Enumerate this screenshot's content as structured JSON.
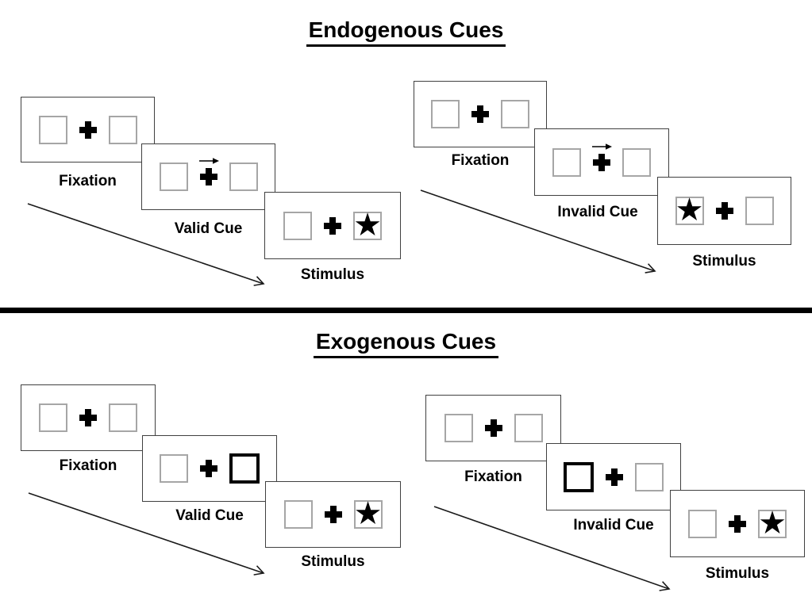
{
  "figure": {
    "background": "#ffffff",
    "divider_color": "#000000"
  },
  "colors": {
    "ink": "#000000",
    "card_border": "#404040",
    "box_border": "#a6a6a6",
    "cue_box_border": "#000000"
  },
  "glyphs": {
    "star": "★",
    "fixation_cross": "✚",
    "cue_arrow": "→"
  },
  "sections": [
    {
      "title": "Endogenous Cues",
      "trials": [
        {
          "name": "valid-trial",
          "cue_style": "central arrow above fixation cross pointing right",
          "steps": [
            {
              "label": "Fixation"
            },
            {
              "label": "Valid Cue",
              "cue": "arrow points right"
            },
            {
              "label": "Stimulus",
              "star_position": "right box"
            }
          ]
        },
        {
          "name": "invalid-trial",
          "cue_style": "central arrow above fixation cross pointing right",
          "steps": [
            {
              "label": "Fixation"
            },
            {
              "label": "Invalid Cue",
              "cue": "arrow points right"
            },
            {
              "label": "Stimulus",
              "star_position": "left box"
            }
          ]
        }
      ]
    },
    {
      "title": "Exogenous Cues",
      "trials": [
        {
          "name": "valid-trial",
          "cue_style": "peripheral box highlighted with bold border",
          "steps": [
            {
              "label": "Fixation"
            },
            {
              "label": "Valid Cue",
              "cue": "right box bold"
            },
            {
              "label": "Stimulus",
              "star_position": "right box"
            }
          ]
        },
        {
          "name": "invalid-trial",
          "cue_style": "peripheral box highlighted with bold border",
          "steps": [
            {
              "label": "Fixation"
            },
            {
              "label": "Invalid Cue",
              "cue": "left box bold"
            },
            {
              "label": "Stimulus",
              "star_position": "right box"
            }
          ]
        }
      ]
    }
  ]
}
